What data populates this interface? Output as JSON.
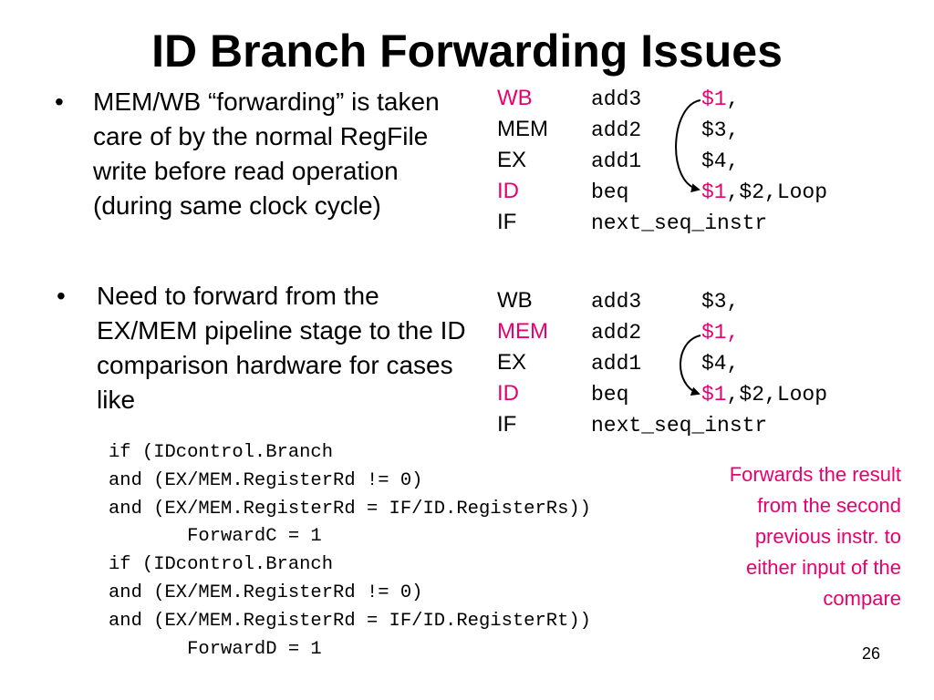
{
  "title": "ID Branch Forwarding Issues",
  "bullets": [
    {
      "marker": "•",
      "text": "MEM/WB “forwarding” is taken care of by the normal RegFile write before read operation (during same clock cycle)"
    },
    {
      "marker": "•",
      "text": "Need to forward from the EX/MEM pipeline stage to the ID comparison hardware for cases like"
    }
  ],
  "pipeline_1": [
    {
      "stage": "WB",
      "instr": "add3",
      "ops_first": "$1",
      "ops_rest": ","
    },
    {
      "stage": "MEM",
      "instr": "add2",
      "ops_first": "$3",
      "ops_rest": ","
    },
    {
      "stage": "EX",
      "instr": "add1",
      "ops_first": "$4",
      "ops_rest": ","
    },
    {
      "stage": "ID",
      "instr": "beq",
      "ops_first": "$1",
      "ops_rest": ",$2,Loop"
    },
    {
      "stage": "IF",
      "instr": "next_seq_instr",
      "ops_first": "",
      "ops_rest": ""
    }
  ],
  "pipeline_2": [
    {
      "stage": "WB",
      "instr": "add3",
      "ops_first": "$3",
      "ops_rest": ","
    },
    {
      "stage": "MEM",
      "instr": "add2",
      "ops_first": "$1",
      "ops_rest": ","
    },
    {
      "stage": "EX",
      "instr": "add1",
      "ops_first": "$4",
      "ops_rest": ","
    },
    {
      "stage": "ID",
      "instr": "beq",
      "ops_first": "$1",
      "ops_rest": ",$2,Loop"
    },
    {
      "stage": "IF",
      "instr": "next_seq_instr",
      "ops_first": "",
      "ops_rest": ""
    }
  ],
  "code": [
    "if (IDcontrol.Branch",
    "and (EX/MEM.RegisterRd != 0)",
    "and (EX/MEM.RegisterRd = IF/ID.RegisterRs))",
    "       ForwardC = 1",
    "if (IDcontrol.Branch",
    "and (EX/MEM.RegisterRd != 0)",
    "and (EX/MEM.RegisterRd = IF/ID.RegisterRt))",
    "       ForwardD = 1"
  ],
  "note": "Forwards the result from the second previous instr. to either input of the compare",
  "page_number": "26",
  "colors": {
    "highlight": "#e8006f",
    "text": "#000000",
    "background": "#ffffff"
  }
}
